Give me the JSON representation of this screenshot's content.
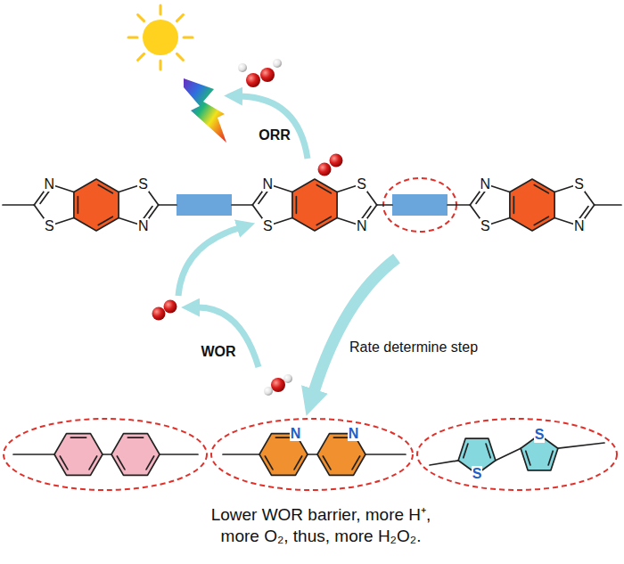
{
  "diagram": {
    "caption": "Lower WOR barrier, more H⁺, more O₂, thus, more H₂O₂.",
    "labels": [
      "ORR",
      "N",
      "S",
      "S",
      "N",
      "N",
      "S",
      "S",
      "N",
      "N",
      "S",
      "S",
      "N",
      "WOR",
      "Rate determine step",
      "N",
      "N",
      "S",
      "S"
    ]
  }
}
